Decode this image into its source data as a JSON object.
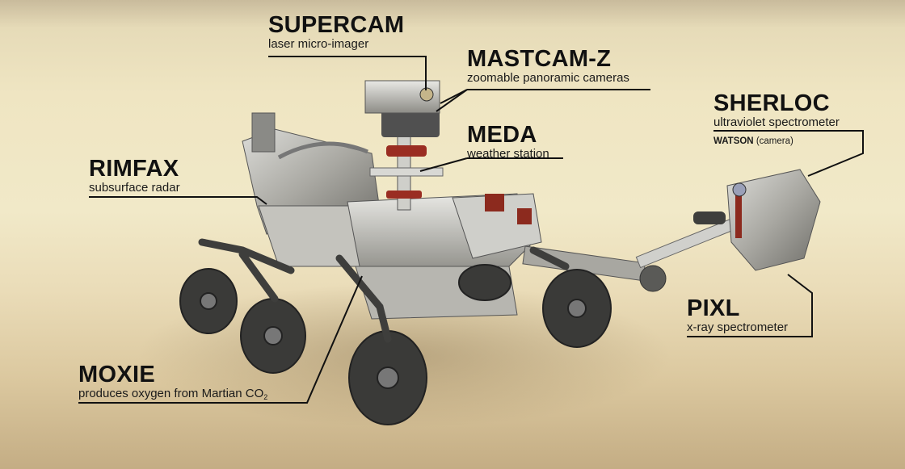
{
  "diagram": {
    "subject": "Mars rover instrument callouts",
    "background_color": "#efe5c2",
    "line_color": "#111111",
    "labels": [
      {
        "id": "supercam",
        "title": "SUPERCAM",
        "subtitle": "laser micro-imager"
      },
      {
        "id": "mastcam",
        "title": "MASTCAM-Z",
        "subtitle": "zoomable panoramic cameras"
      },
      {
        "id": "meda",
        "title": "MEDA",
        "subtitle": "weather station"
      },
      {
        "id": "sherloc",
        "title": "SHERLOC",
        "subtitle": "ultraviolet spectrometer",
        "extra_bold": "WATSON",
        "extra_text": " (camera)"
      },
      {
        "id": "rimfax",
        "title": "RIMFAX",
        "subtitle": "subsurface radar"
      },
      {
        "id": "pixl",
        "title": "PIXL",
        "subtitle": "x-ray spectrometer"
      },
      {
        "id": "moxie",
        "title": "MOXIE",
        "subtitle": "produces oxygen from Martian CO",
        "subtitle_subscript": "2"
      }
    ]
  }
}
